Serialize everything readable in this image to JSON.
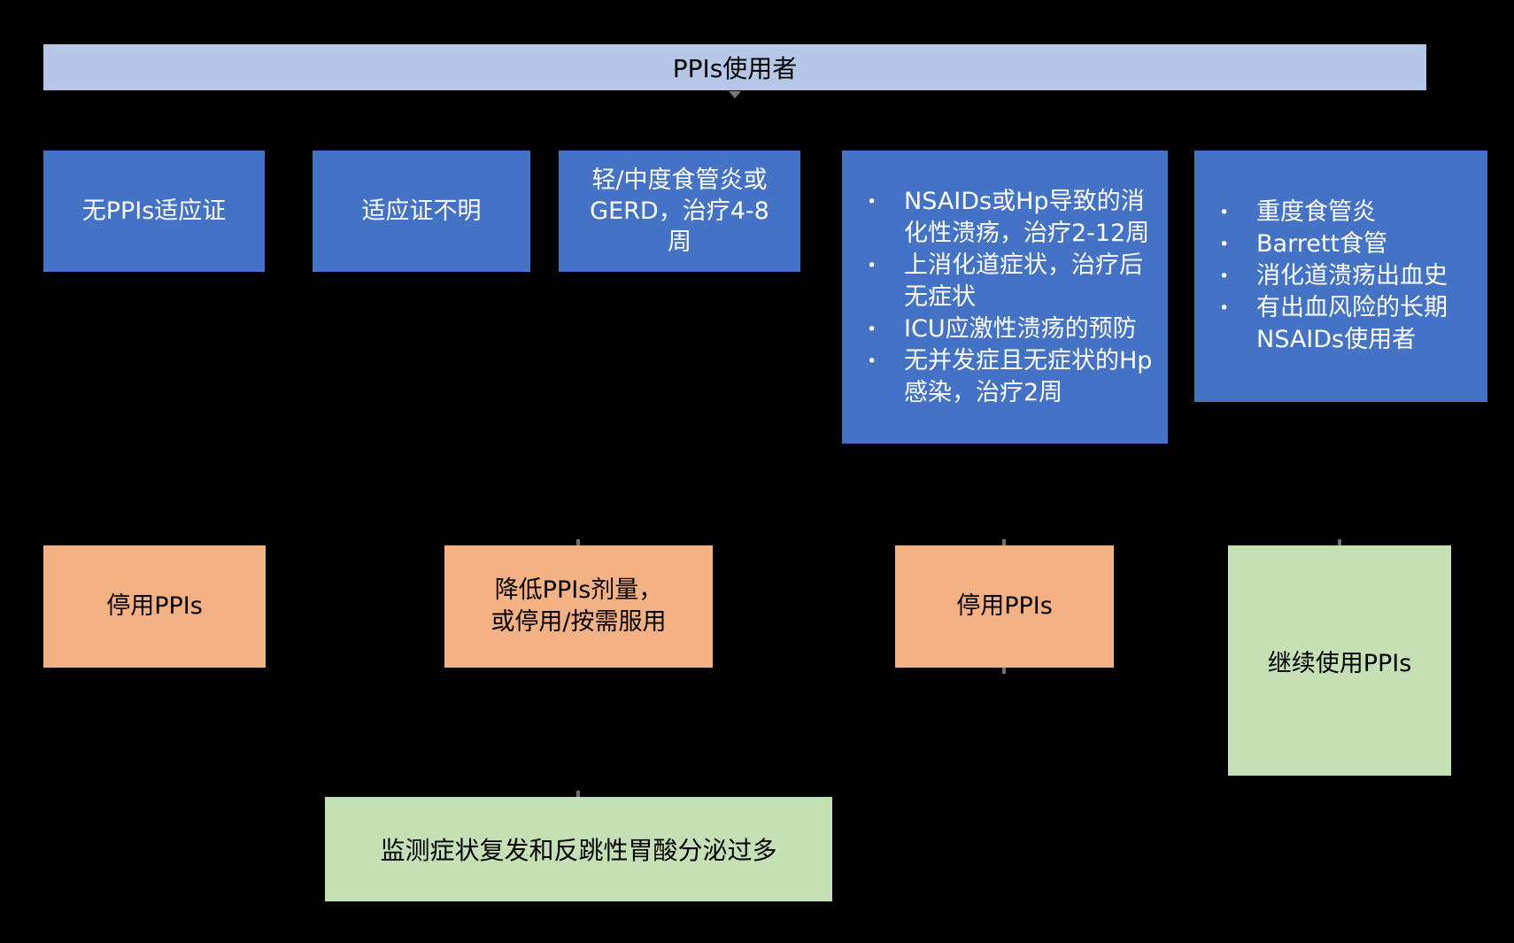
{
  "palette": {
    "background": "#000000",
    "banner_bg": "#B4C7E7",
    "condition_bg": "#4472C4",
    "condition_text": "#FFFFFF",
    "discontinue_bg": "#F4B183",
    "continue_bg": "#C5E0B4",
    "dark_text": "#000000"
  },
  "glyphs": {
    "bullet": "•"
  },
  "banner": {
    "label": "PPIs使用者"
  },
  "conditions": [
    {
      "label": "无PPIs适应证"
    },
    {
      "label": "适应证不明"
    },
    {
      "label": "轻/中度食管炎或\nGERD，治疗4-8\n周"
    },
    {
      "items": [
        "NSAIDs或Hp导致的消化性溃疡，治疗2-12周",
        "上消化道症状，治疗后无症状",
        "ICU应激性溃疡的预防",
        "无并发症且无症状的Hp感染，治疗2周"
      ]
    },
    {
      "items": [
        "重度食管炎",
        "Barrett食管",
        "消化道溃疡出血史",
        "有出血风险的长期NSAIDs使用者"
      ]
    }
  ],
  "actions": [
    {
      "label": "停用PPIs"
    },
    {
      "label": "降低PPIs剂量，\n或停用/按需服用"
    },
    {
      "label": "停用PPIs"
    },
    {
      "label": "继续使用PPIs"
    }
  ],
  "monitor": {
    "label": "监测症状复发和反跳性胃酸分泌过多"
  }
}
